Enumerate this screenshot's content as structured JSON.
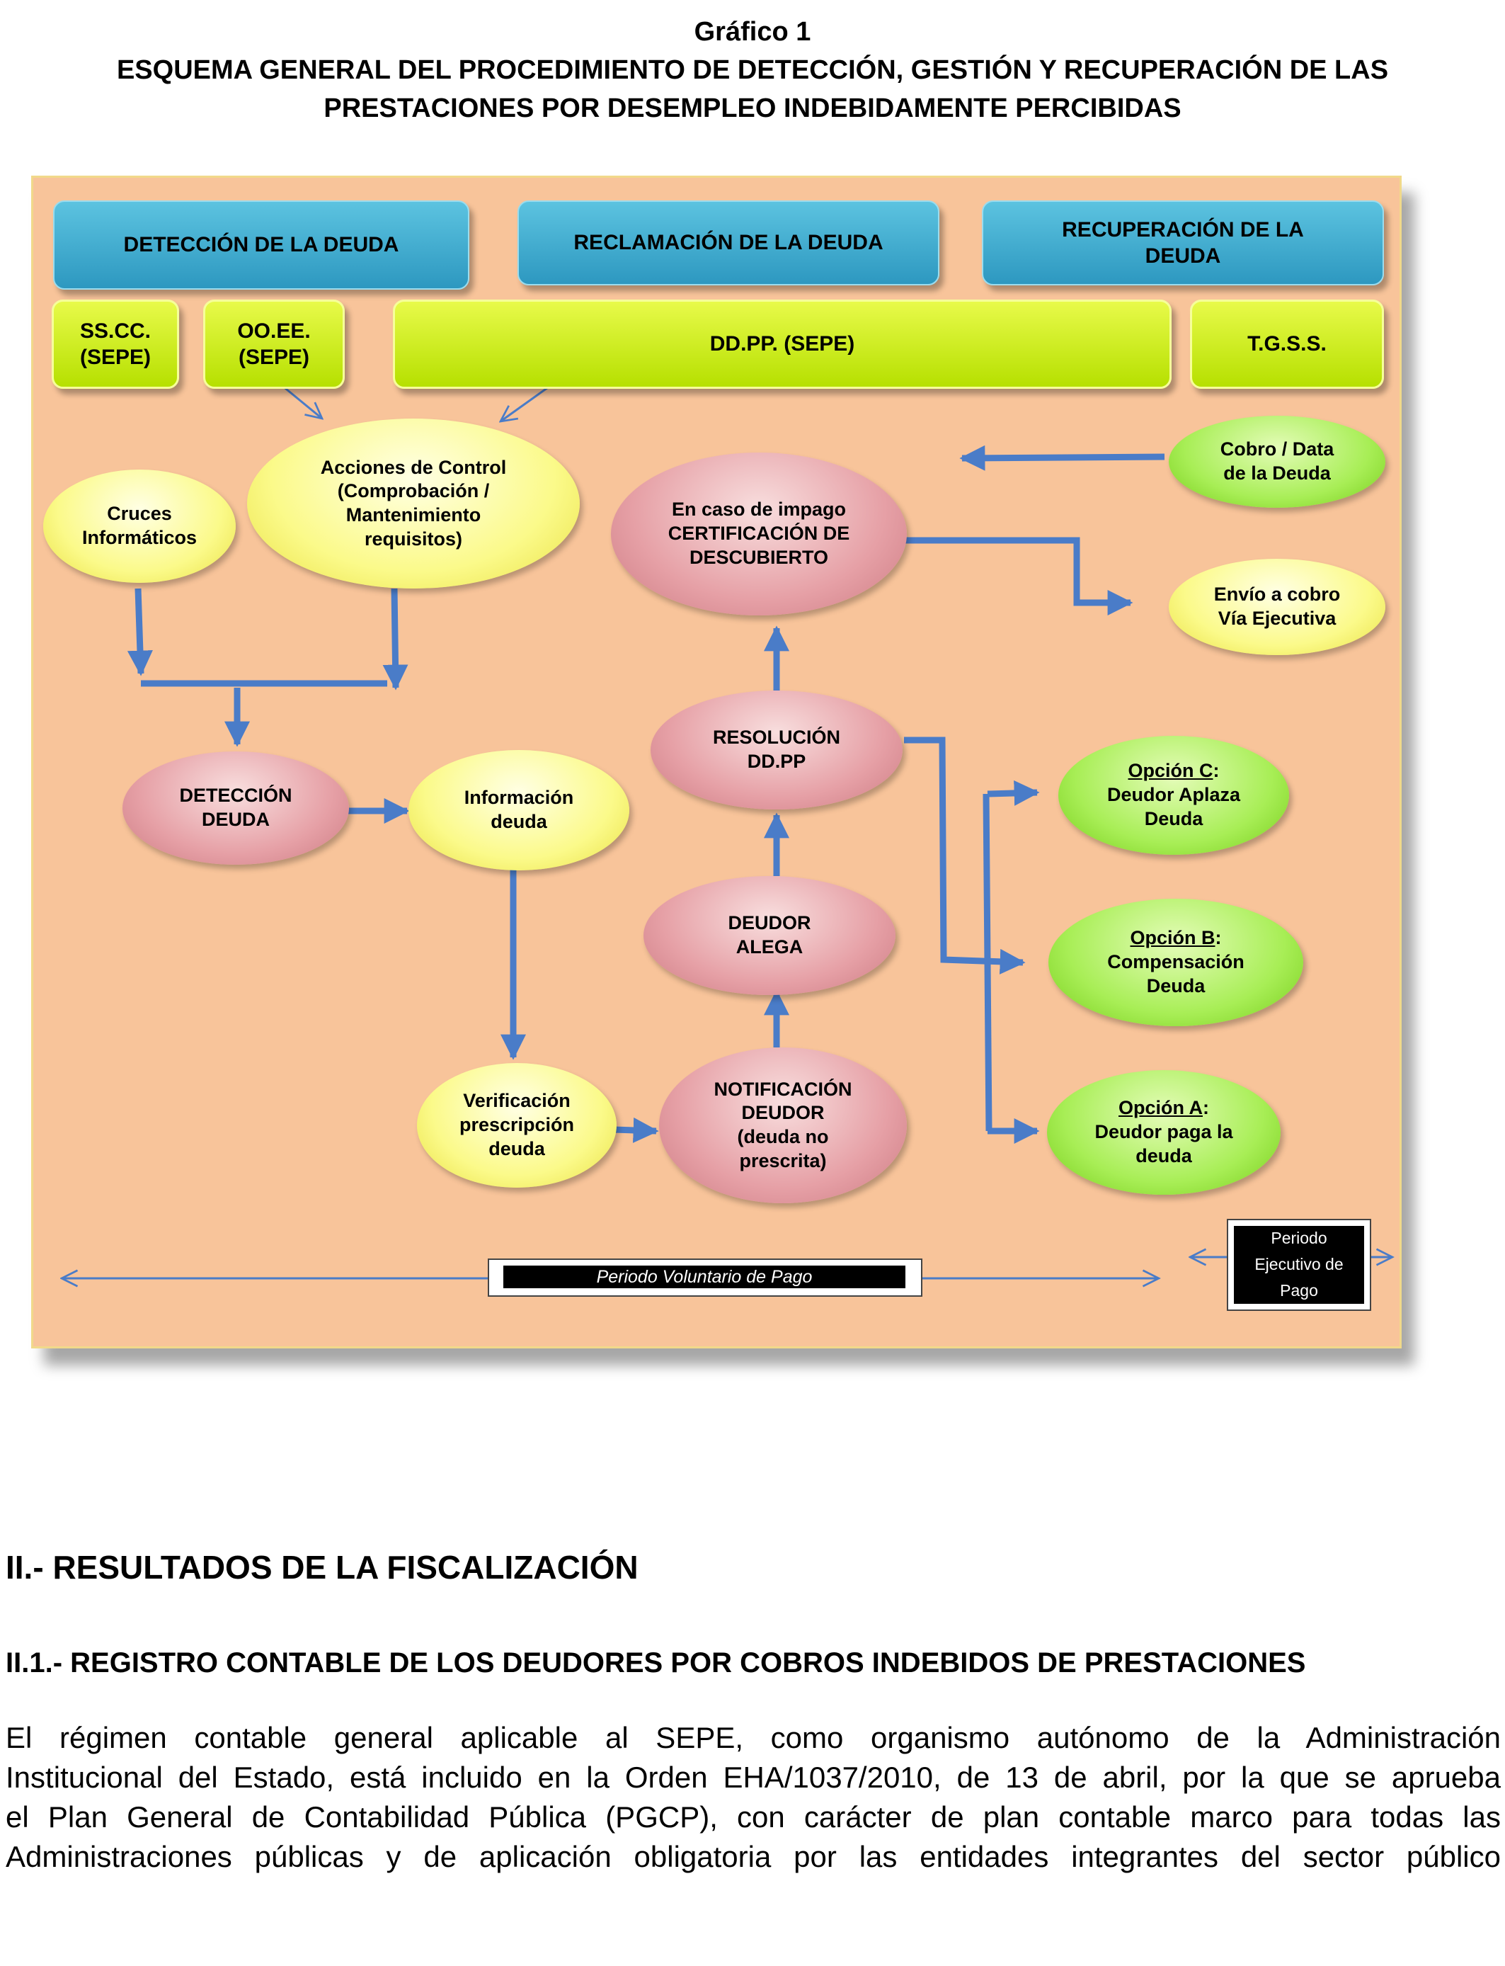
{
  "header": {
    "figure_number": "Gráfico 1",
    "title_line1": "ESQUEMA GENERAL DEL PROCEDIMIENTO DE DETECCIÓN, GESTIÓN Y RECUPERACIÓN DE LAS",
    "title_line2": "PRESTACIONES POR DESEMPLEO INDEBIDAMENTE PERCIBIDAS"
  },
  "diagram": {
    "phases": {
      "deteccion": "DETECCIÓN DE LA DEUDA",
      "reclamacion": "RECLAMACIÓN DE LA DEUDA",
      "recuperacion_l1": "RECUPERACIÓN DE LA",
      "recuperacion_l2": "DEUDA"
    },
    "organisms": {
      "sscc_l1": "SS.CC.",
      "sscc_l2": "(SEPE)",
      "ooee_l1": "OO.EE.",
      "ooee_l2": "(SEPE)",
      "ddpp": "DD.PP. (SEPE)",
      "tgss": "T.G.S.S."
    },
    "nodes": {
      "cruces_l1": "Cruces",
      "cruces_l2": "Informáticos",
      "acciones_l1": "Acciones de  Control",
      "acciones_l2": "(Comprobación /",
      "acciones_l3": "Mantenimiento",
      "acciones_l4": "requisitos)",
      "deteccion_l1": "DETECCIÓN",
      "deteccion_l2": "DEUDA",
      "informacion_l1": "Información",
      "informacion_l2": "deuda",
      "verificacion_l1": "Verificación",
      "verificacion_l2": "prescripción",
      "verificacion_l3": "deuda",
      "notificacion_l1": "NOTIFICACIÓN",
      "notificacion_l2": "DEUDOR",
      "notificacion_l3": "(deuda no",
      "notificacion_l4": "prescrita)",
      "deudor_l1": "DEUDOR",
      "deudor_l2": "ALEGA",
      "resolucion_l1": "RESOLUCIÓN",
      "resolucion_l2": "DD.PP",
      "impago_l1": "En caso de impago",
      "impago_l2": "CERTIFICACIÓN DE",
      "impago_l3": "DESCUBIERTO",
      "cobro_l1": "Cobro / Data",
      "cobro_l2": "de la Deuda",
      "envio_l1": "Envío a cobro",
      "envio_l2": "Vía Ejecutiva",
      "opc_label": "Opción C",
      "opc_l2": "Deudor Aplaza",
      "opc_l3": "Deuda",
      "opb_label": "Opción B",
      "opb_l2": "Compensación",
      "opb_l3": "Deuda",
      "opa_label": "Opción A",
      "opa_l2": "Deudor paga la",
      "opa_l3": "deuda",
      "colon": ":"
    },
    "periods": {
      "voluntario": "Periodo Voluntario de Pago",
      "ejecutivo_l1": "Periodo",
      "ejecutivo_l2": "Ejecutivo de",
      "ejecutivo_l3": "Pago"
    },
    "colors": {
      "background": "#f8c49a",
      "phase_box": "#3aaed0",
      "organism_box": "#cdee14",
      "arrow": "#4a7cc8"
    }
  },
  "section": {
    "heading": "II.- RESULTADOS DE LA FISCALIZACIÓN",
    "subheading": "II.1.- REGISTRO CONTABLE DE LOS DEUDORES POR COBROS INDEBIDOS DE PRESTACIONES",
    "body_lines": [
      "El régimen contable general aplicable al SEPE, como organismo autónomo de la Administración",
      "Institucional del Estado, está incluido en la Orden EHA/1037/2010, de 13 de abril, por la que se aprueba",
      "el Plan General de Contabilidad Pública (PGCP), con carácter de plan contable marco para todas las",
      "Administraciones públicas y de aplicación obligatoria por las entidades integrantes del sector público"
    ]
  }
}
